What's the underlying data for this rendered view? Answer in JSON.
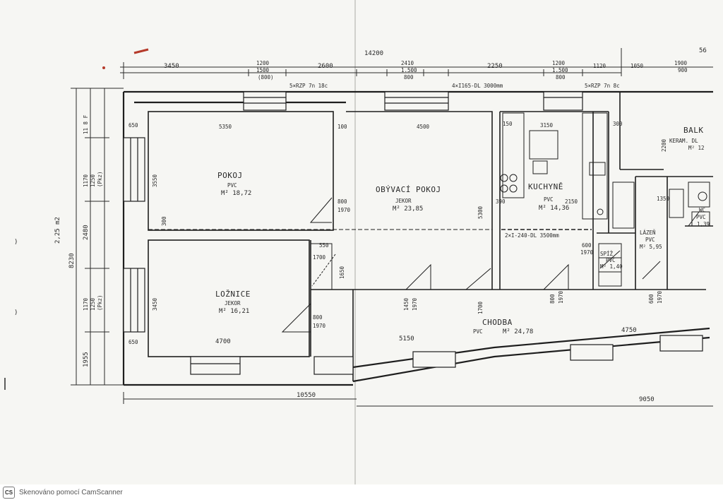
{
  "dimensions": {
    "total_top": "14200",
    "right_top": "56",
    "top": [
      "3450",
      "1200",
      "1500",
      "(800)",
      "2600",
      "2410",
      "1.500",
      "800",
      "2250",
      "1200",
      "1.500",
      "800",
      "1120",
      "1050",
      "1900",
      "900"
    ],
    "windows": [
      "5×RZP 7n 18c",
      "4×I165-DL 3000mm",
      "5×RZP 7n 8c"
    ],
    "left_vertical": [
      "8230",
      "2,25 m2",
      "1170",
      "1250",
      "(Pkz)",
      "2480",
      "1170",
      "1250",
      "(Pkz)",
      "1955",
      "11 8 F",
      "650",
      "650"
    ],
    "bottom": [
      "10550",
      "9050",
      "4700",
      "5150",
      "4750"
    ],
    "pokoj": [
      "5350",
      "3550",
      "800",
      "1970",
      "300"
    ],
    "loznice": [
      "3450",
      "800",
      "1970",
      "550",
      "1650",
      "100",
      "1700"
    ],
    "obyvaci": [
      "4500",
      "5300",
      "1450",
      "1970"
    ],
    "kuchyne": [
      "3150",
      "150",
      "300",
      "390",
      "2150",
      "2×I-240-DL 3500mm",
      "800",
      "1970",
      "600",
      "1970"
    ],
    "chodba": [
      "1700",
      "800",
      "1970"
    ],
    "hall": [
      "1350",
      "600",
      "1970",
      "2200"
    ]
  },
  "rooms": {
    "pokoj": {
      "name": "POKOJ",
      "floor": "PVC",
      "area": "M² 18,72"
    },
    "loznice": {
      "name": "LOŽNICE",
      "floor": "JEKOR",
      "area": "M² 16,21"
    },
    "obyvaci": {
      "name": "OBÝVACÍ POKOJ",
      "floor": "JEKOR",
      "area": "M² 23,85"
    },
    "kuchyne": {
      "name": "KUCHYNĚ",
      "floor": "PVC",
      "area": "M² 14,36"
    },
    "chodba": {
      "name": "CHODBA",
      "floor": "PVC",
      "area": "M² 24,78"
    },
    "spiz": {
      "name": "SPÍŽ",
      "floor": "PVC",
      "area": "M² 1,40"
    },
    "lazen": {
      "name": "LÁZEŇ",
      "floor": "PVC",
      "area": "M² 5,95"
    },
    "wc": {
      "name": "WC",
      "floor": "PVC",
      "area": "1,39"
    },
    "balkon": {
      "name": "BALK",
      "floor": "KERAM. DL",
      "area": "M² 12"
    }
  },
  "footer": {
    "icon": "CS",
    "text": "Skenováno pomocí CamScanner"
  }
}
